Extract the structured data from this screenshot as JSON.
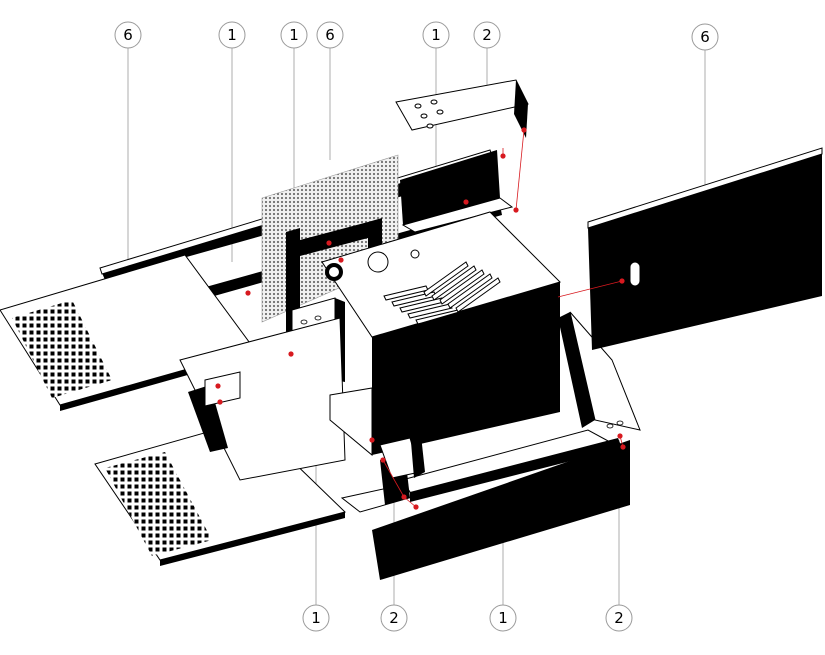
{
  "callouts": [
    {
      "id": "top-6-left",
      "label": "6"
    },
    {
      "id": "top-1-a",
      "label": "1"
    },
    {
      "id": "top-1-b",
      "label": "1"
    },
    {
      "id": "top-6-mid",
      "label": "6"
    },
    {
      "id": "top-1-c",
      "label": "1"
    },
    {
      "id": "top-2",
      "label": "2"
    },
    {
      "id": "top-6-right",
      "label": "6"
    },
    {
      "id": "bottom-1-a",
      "label": "1"
    },
    {
      "id": "bottom-2-a",
      "label": "2"
    },
    {
      "id": "bottom-1-b",
      "label": "1"
    },
    {
      "id": "bottom-2-b",
      "label": "2"
    }
  ],
  "colors": {
    "ink": "#000000",
    "paper": "#ffffff",
    "rivet": "#d7191f",
    "leader": "#9a9a9a"
  }
}
